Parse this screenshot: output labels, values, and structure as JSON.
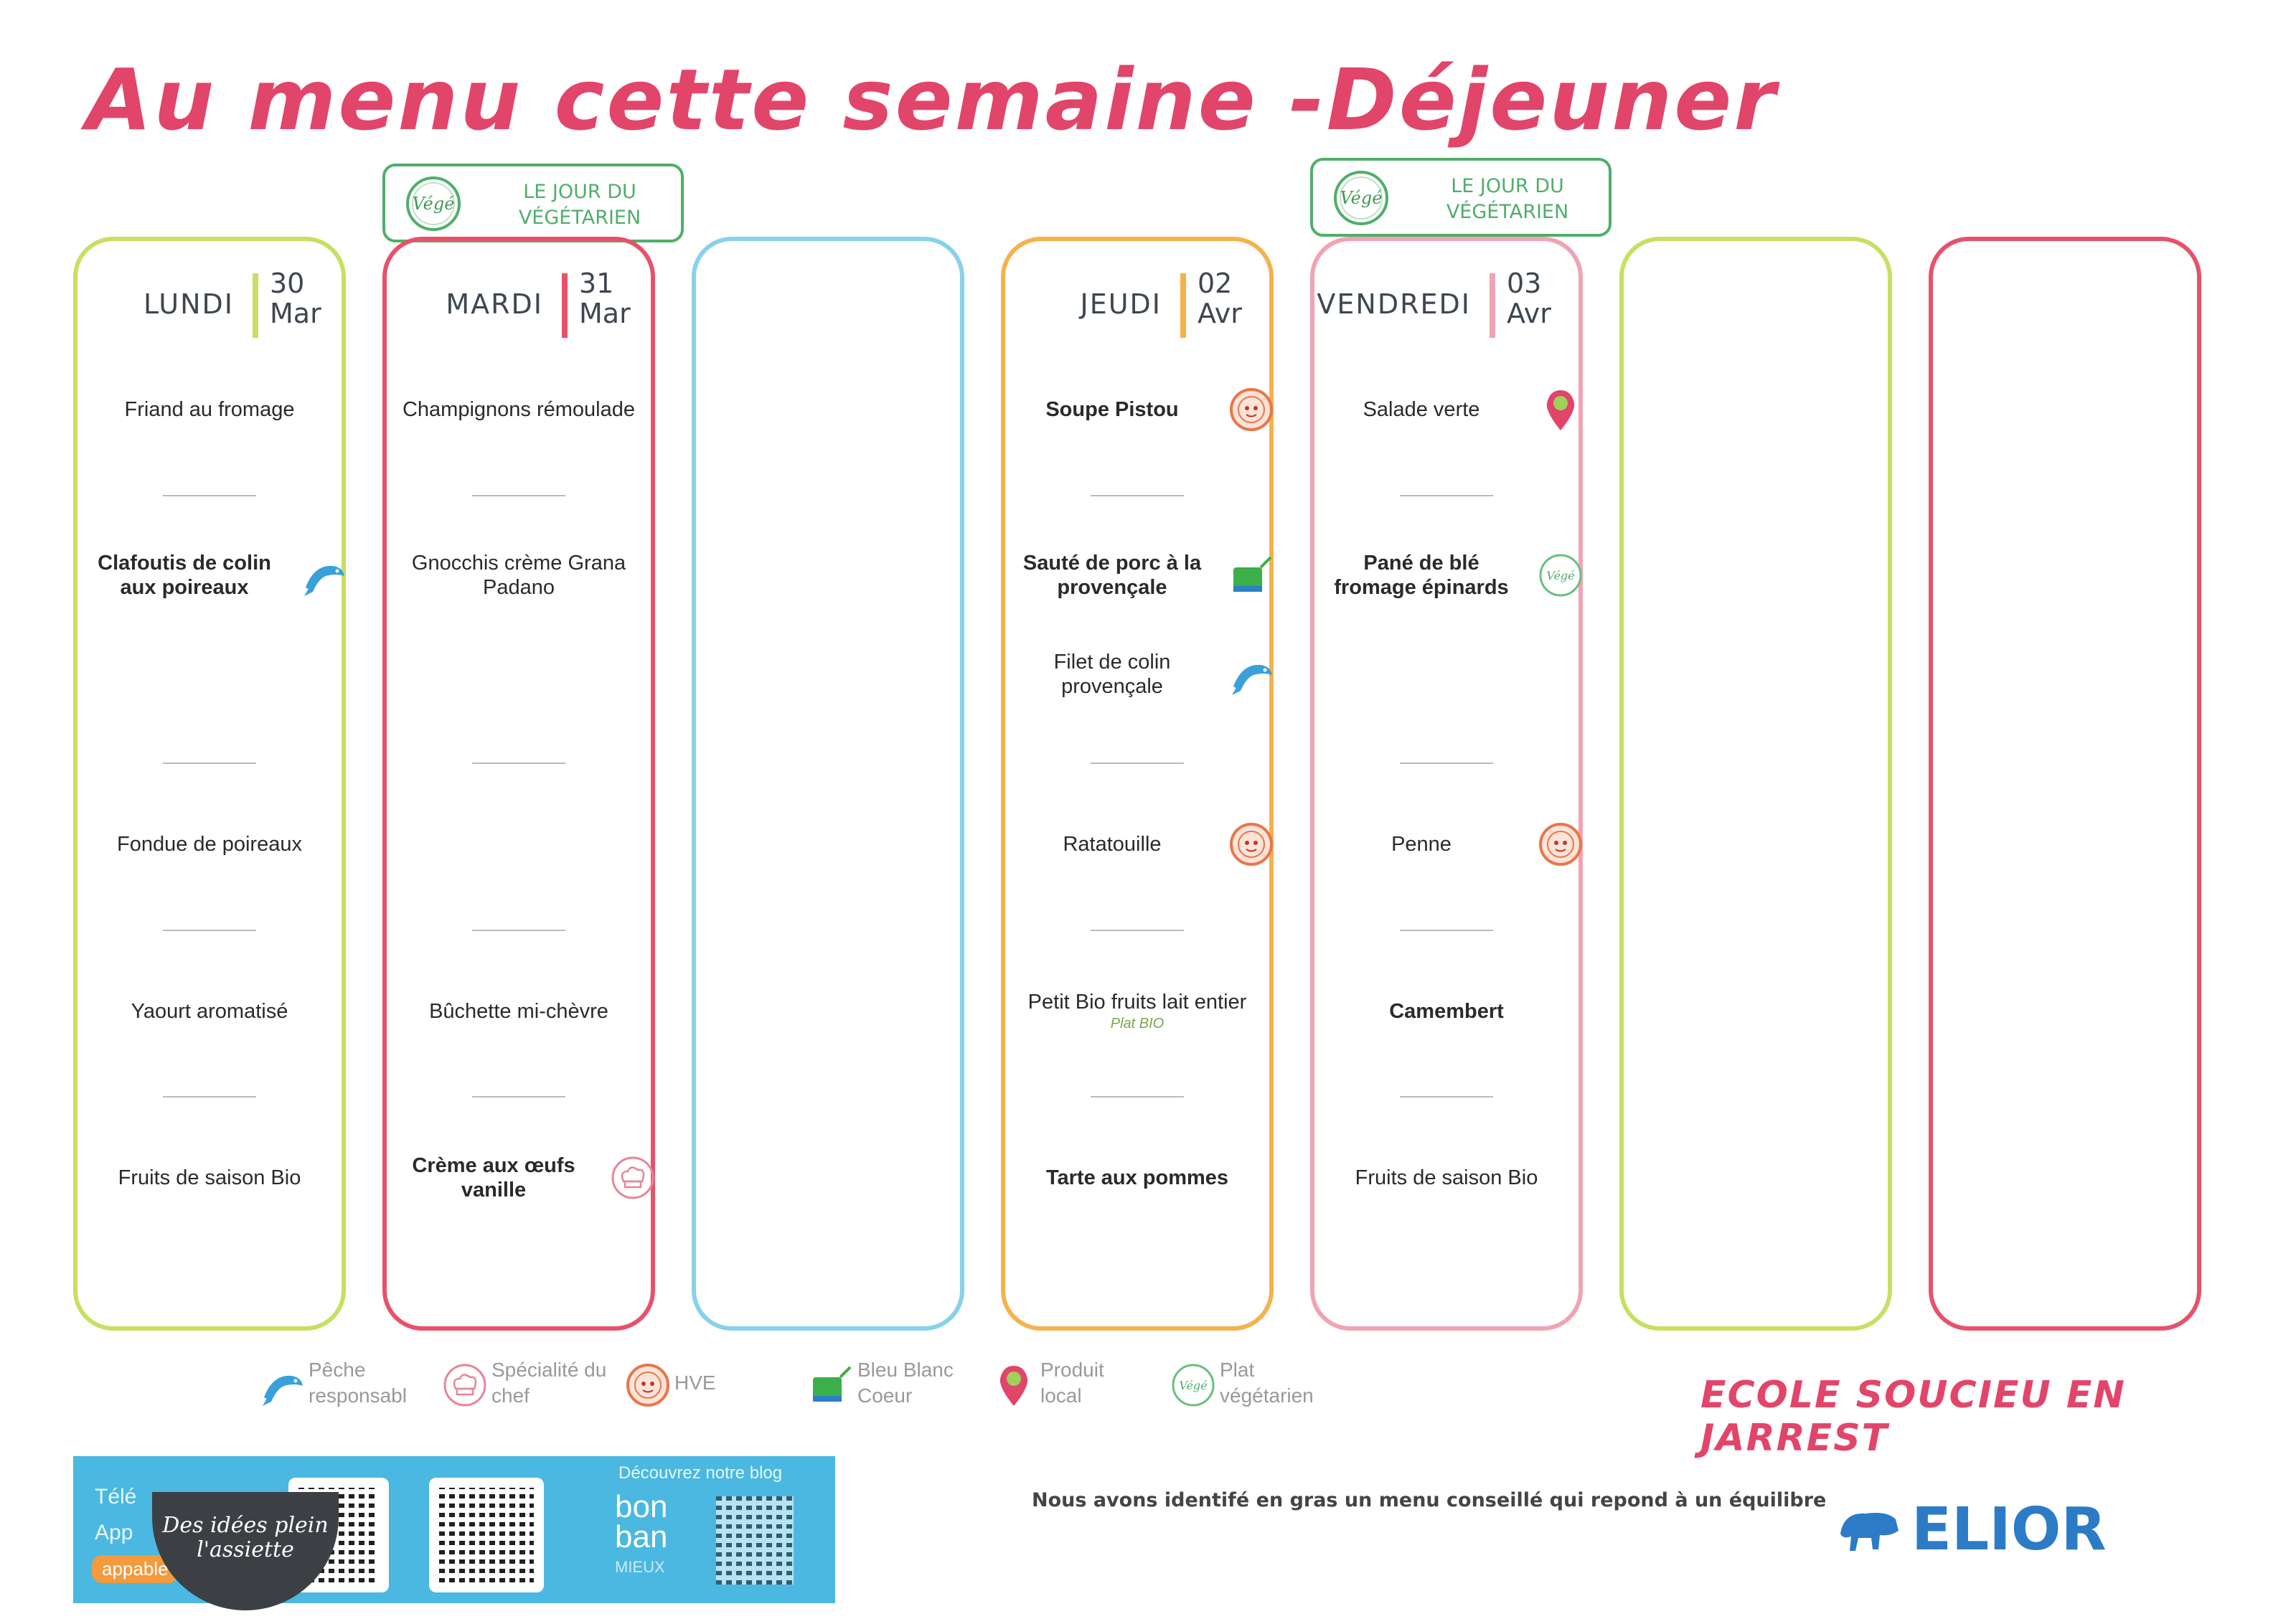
{
  "title": "Au menu cette semaine -Déjeuner",
  "vege_banner": {
    "badge": "Végé",
    "line1": "LE JOUR DU",
    "line2": "VÉGÉTARIEN"
  },
  "days": [
    {
      "name": "LUNDI",
      "day": "30",
      "month": "Mar",
      "color": "#c5e063",
      "items": [
        {
          "slot": "1",
          "text": "Friand au fromage"
        },
        {
          "slot": "2",
          "text": "Clafoutis de colin aux poireaux",
          "bold": true,
          "icon": "fish"
        },
        {
          "slot": "3",
          "text": "Fondue de poireaux"
        },
        {
          "slot": "4",
          "text": "Yaourt aromatisé"
        },
        {
          "slot": "5",
          "text": "Fruits de saison Bio"
        }
      ]
    },
    {
      "name": "MARDI",
      "day": "31",
      "month": "Mar",
      "color": "#e8516a",
      "vege": true,
      "items": [
        {
          "slot": "1",
          "text": "Champignons rémoulade"
        },
        {
          "slot": "2",
          "text": "Gnocchis crème Grana Padano"
        },
        {
          "slot": "4",
          "text": "Bûchette mi-chèvre"
        },
        {
          "slot": "5",
          "text": "Crème aux œufs vanille",
          "bold": true,
          "icon": "chef"
        }
      ]
    },
    {
      "color": "#86d2ea",
      "items": []
    },
    {
      "name": "JEUDI",
      "day": "02",
      "month": "Avr",
      "color": "#f5b24c",
      "items": [
        {
          "slot": "1",
          "text": "Soupe Pistou",
          "bold": true,
          "icon": "hve"
        },
        {
          "slot": "2",
          "text": "Sauté de porc à la provençale",
          "bold": true,
          "icon": "bbc"
        },
        {
          "slot": "2b",
          "text": "Filet de colin provençale",
          "icon": "fish"
        },
        {
          "slot": "3",
          "text": "Ratatouille",
          "icon": "hve"
        },
        {
          "slot": "4",
          "text": "Petit Bio fruits lait entier",
          "sub": "Plat BIO"
        },
        {
          "slot": "5",
          "text": "Tarte aux pommes",
          "bold": true
        }
      ]
    },
    {
      "name": "VENDREDI",
      "day": "03",
      "month": "Avr",
      "color": "#f2a3b3",
      "vege": true,
      "items": [
        {
          "slot": "1",
          "text": "Salade verte",
          "icon": "local"
        },
        {
          "slot": "2",
          "text": "Pané de blé fromage épinards",
          "bold": true,
          "icon": "vege"
        },
        {
          "slot": "3",
          "text": "Penne",
          "icon": "hve"
        },
        {
          "slot": "4",
          "text": "Camembert",
          "bold": true
        },
        {
          "slot": "5",
          "text": "Fruits de saison Bio"
        }
      ]
    },
    {
      "color": "#c5e063",
      "items": []
    },
    {
      "color": "#e8516a",
      "items": []
    }
  ],
  "legend": [
    {
      "icon": "fish",
      "label": "Pêche responsabl"
    },
    {
      "icon": "chef",
      "label": "Spécialité du chef"
    },
    {
      "icon": "hve",
      "label": "HVE"
    },
    {
      "icon": "bbc",
      "label": "Bleu Blanc Coeur"
    },
    {
      "icon": "local",
      "label": "Produit local"
    },
    {
      "icon": "vege",
      "label": "Plat végétarien"
    }
  ],
  "school": "ECOLE SOUCIEU EN JARREST",
  "note": "Nous avons identifé en gras un menu conseillé qui repond à un équilibre",
  "brand": "ELIOR",
  "banner": {
    "text1": "Télé",
    "text2": "App",
    "pill": "appable",
    "logo": "Des idées plein l'assiette",
    "blog": "Découvrez notre blog",
    "blog_logo1": "bon",
    "blog_logo2": "ban",
    "blog_logo3": "MIEUX"
  },
  "colors": {
    "title": "#e2456a",
    "vege": "#4fae6a",
    "banner": "#4ab8e0",
    "brand": "#2c7bc6"
  }
}
